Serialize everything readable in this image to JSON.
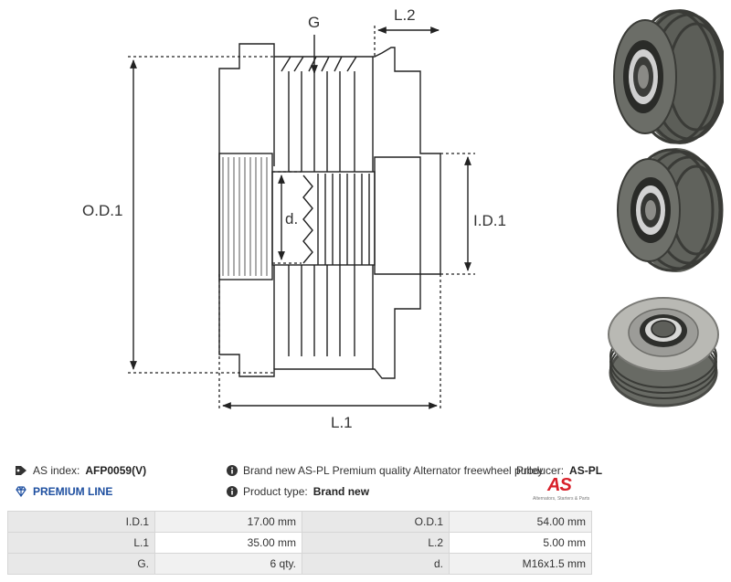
{
  "drawing": {
    "labels": {
      "g": "G",
      "l2": "L.2",
      "od1": "O.D.1",
      "d": "d.",
      "id1": "I.D.1",
      "l1": "L.1"
    }
  },
  "photos": [
    "pulley-photo-front",
    "pulley-photo-angled",
    "pulley-photo-back"
  ],
  "info": {
    "as_index_label": "AS index:",
    "as_index_value": "AFP0059(V)",
    "premium_line": "PREMIUM LINE",
    "description": "Brand new AS-PL Premium quality Alternator freewheel pulley",
    "product_type_label": "Product type:",
    "product_type_value": "Brand new",
    "producer_label": "Producer:",
    "producer_value": "AS-PL",
    "logo_text": "AS",
    "logo_tagline": "Alternators, Starters & Parts"
  },
  "specs": {
    "rows": [
      {
        "k1": "I.D.1",
        "v1": "17.00 mm",
        "k2": "O.D.1",
        "v2": "54.00 mm"
      },
      {
        "k1": "L.1",
        "v1": "35.00 mm",
        "k2": "L.2",
        "v2": "5.00 mm"
      },
      {
        "k1": "G.",
        "v1": "6 qty.",
        "k2": "d.",
        "v2": "M16x1.5 mm"
      }
    ]
  },
  "colors": {
    "accent_blue": "#1e4fa0",
    "logo_red": "#d8202a",
    "line": "#222222"
  },
  "icons": [
    "tag-icon",
    "diamond-icon",
    "info-icon"
  ]
}
